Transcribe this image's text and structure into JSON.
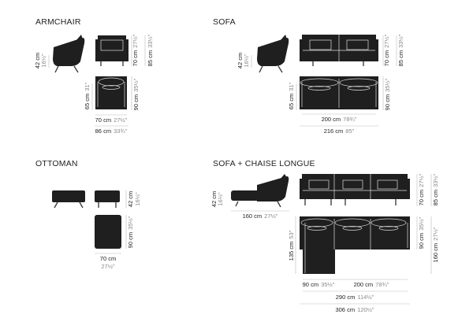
{
  "sections": {
    "armchair": {
      "title": "ARMCHAIR",
      "seat_height": {
        "cm": "42 cm",
        "in": "16½\""
      },
      "height": {
        "cm": "70 cm",
        "in": "27½\""
      },
      "total_height": {
        "cm": "85 cm",
        "in": "33½\""
      },
      "seat_depth": {
        "cm": "65 cm",
        "in": "31\""
      },
      "depth": {
        "cm": "90 cm",
        "in": "35½\""
      },
      "seat_width": {
        "cm": "70 cm",
        "in": "27½\""
      },
      "width": {
        "cm": "86 cm",
        "in": "33¾\""
      }
    },
    "sofa": {
      "title": "SOFA",
      "seat_height": {
        "cm": "42 cm",
        "in": "16½\""
      },
      "height": {
        "cm": "70 cm",
        "in": "27½\""
      },
      "total_height": {
        "cm": "85 cm",
        "in": "33½\""
      },
      "seat_depth": {
        "cm": "65 cm",
        "in": "31\""
      },
      "depth": {
        "cm": "90 cm",
        "in": "35½\""
      },
      "seat_width": {
        "cm": "200 cm",
        "in": "78¾\""
      },
      "width": {
        "cm": "216 cm",
        "in": "85\""
      }
    },
    "ottoman": {
      "title": "OTTOMAN",
      "height": {
        "cm": "42 cm",
        "in": "16½\""
      },
      "depth": {
        "cm": "90 cm",
        "in": "35½\""
      },
      "width": {
        "cm": "70 cm",
        "in": "27½\""
      }
    },
    "chaise": {
      "title": "SOFA + CHAISE LONGUE",
      "seat_height": {
        "cm": "42 cm",
        "in": "16½\""
      },
      "side_length": {
        "cm": "160 cm",
        "in": "27½\""
      },
      "height": {
        "cm": "70 cm",
        "in": "27½\""
      },
      "total_height": {
        "cm": "85 cm",
        "in": "33½\""
      },
      "chaise_depth": {
        "cm": "135 cm",
        "in": "53\""
      },
      "depth": {
        "cm": "90 cm",
        "in": "35½\""
      },
      "total_depth": {
        "cm": "160 cm",
        "in": "27½\""
      },
      "chaise_width": {
        "cm": "90 cm",
        "in": "35½\""
      },
      "sofa_width": {
        "cm": "200 cm",
        "in": "78¾\""
      },
      "seat_width": {
        "cm": "290 cm",
        "in": "114½\""
      },
      "width": {
        "cm": "306 cm",
        "in": "120½\""
      }
    }
  }
}
